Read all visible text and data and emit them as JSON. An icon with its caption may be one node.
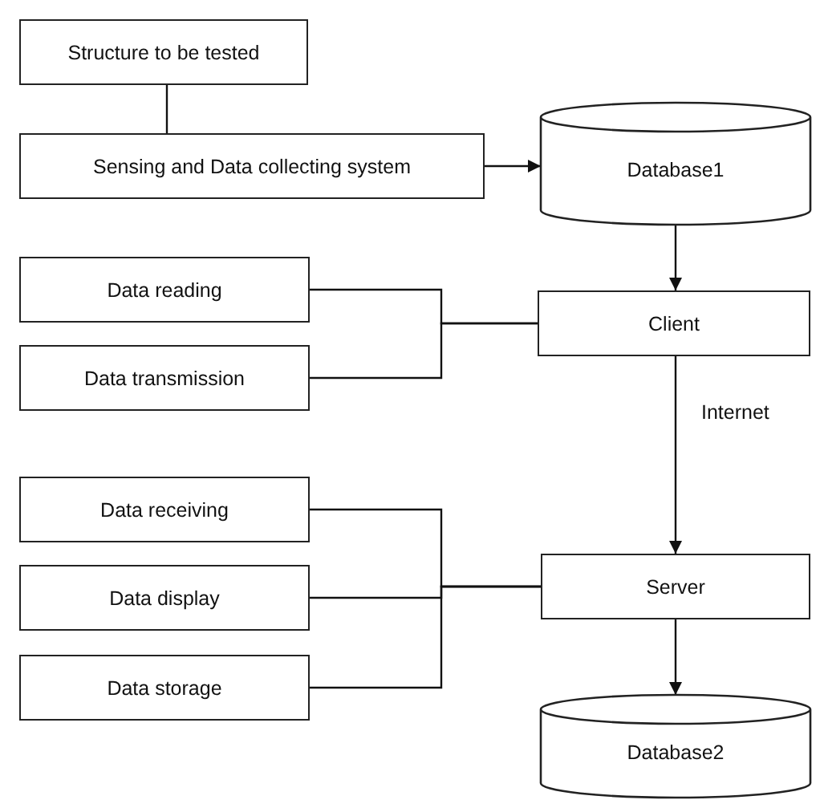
{
  "diagram": {
    "nodes": [
      {
        "text": [
          "Structure to be tested"
        ]
      },
      {
        "text": [
          "Sensing and Data collecting system"
        ]
      },
      {
        "text": [
          "Database1"
        ]
      },
      {
        "text": [
          "Data reading"
        ]
      },
      {
        "text": [
          "Data transmission"
        ]
      },
      {
        "text": [
          "Client"
        ]
      },
      {
        "text": [
          "Data receiving"
        ]
      },
      {
        "text": [
          "Data display"
        ]
      },
      {
        "text": [
          "Data storage"
        ]
      },
      {
        "text": [
          "Server"
        ]
      },
      {
        "text": [
          "Database2"
        ]
      }
    ],
    "edges": [
      {
        "from": 0,
        "to": 1,
        "arrow": "none"
      },
      {
        "from": 1,
        "to": 2,
        "arrow": "to"
      },
      {
        "from": 2,
        "to": 5,
        "arrow": "to"
      },
      {
        "from": 3,
        "to": 5,
        "arrow": "none"
      },
      {
        "from": 4,
        "to": 5,
        "arrow": "none"
      },
      {
        "from": 5,
        "to": 9,
        "arrow": "to",
        "label": "Internet"
      },
      {
        "from": 6,
        "to": 9,
        "arrow": "none"
      },
      {
        "from": 7,
        "to": 9,
        "arrow": "none"
      },
      {
        "from": 8,
        "to": 9,
        "arrow": "none"
      },
      {
        "from": 9,
        "to": 10,
        "arrow": "to"
      }
    ]
  }
}
